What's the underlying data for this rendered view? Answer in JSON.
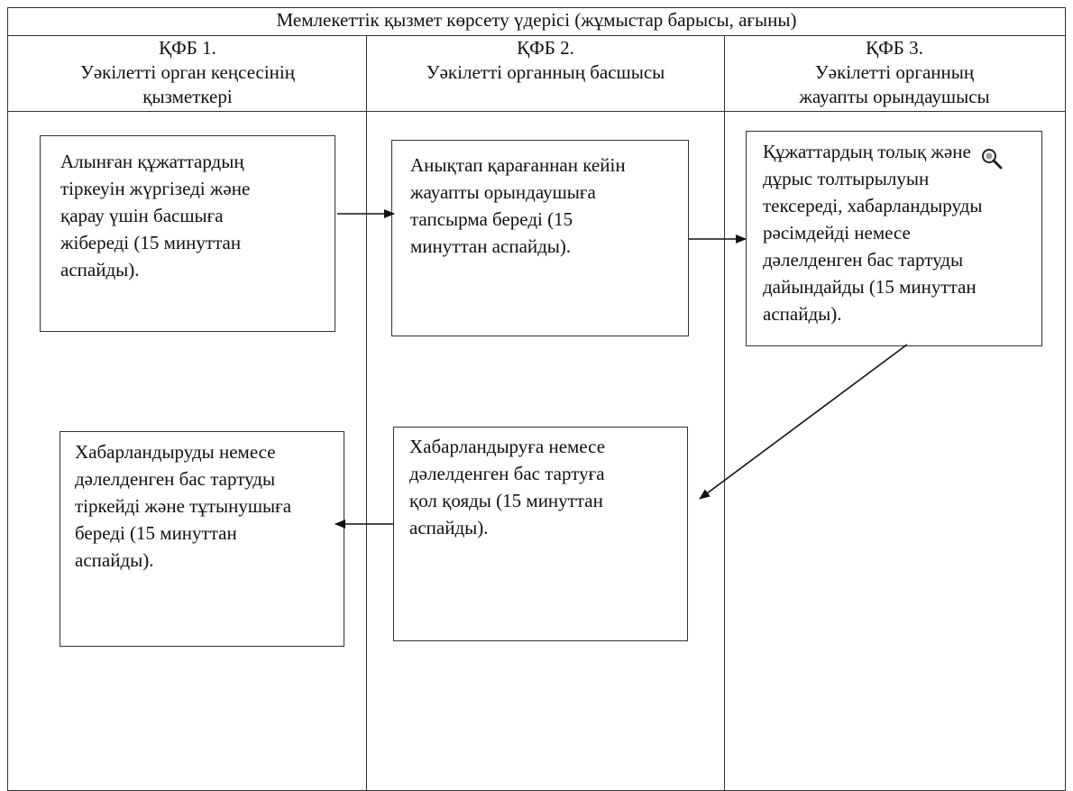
{
  "diagram": {
    "title": "Мемлекеттік қызмет көрсету үдерісі (жұмыстар барысы, ағыны)",
    "lanes": [
      {
        "code": "ҚФБ 1.",
        "role_lines": [
          "Уәкілетті орган кеңсесінің",
          "қызметкері"
        ]
      },
      {
        "code": "ҚФБ 2.",
        "role_lines": [
          "Уәкілетті органның басшысы"
        ]
      },
      {
        "code": "ҚФБ 3.",
        "role_lines": [
          "Уәкілетті органның",
          "жауапты орындаушысы"
        ]
      }
    ],
    "steps": [
      {
        "text": "Алынған құжаттардың\nтіркеуін жүргізеді және\nқарау үшін басшыға\nжібереді (15 минуттан\nаспайды)."
      },
      {
        "text": "Анықтап қарағаннан кейін\nжауапты орындаушыға\nтапсырма береді (15\nминуттан аспайды)."
      },
      {
        "text": "Құжаттардың толық және\nдұрыс толтырылуын\nтексереді, хабарландыруды\nрәсімдейді немесе\nдәлелденген бас тартуды\nдайындайды (15 минуттан\naспайды)."
      },
      {
        "text": "Хабарландыруды немесе\nдәлелденген бас тартуды\nтіркейді және тұтынушыға\nбереді (15 минуттан\naспайды)."
      },
      {
        "text": "Хабарландыруға немесе\nдәлелденген бас тартуға\nқол қояды (15 минуттан\naспайды)."
      }
    ],
    "cursor_icon": "magnifier-cursor-icon"
  }
}
